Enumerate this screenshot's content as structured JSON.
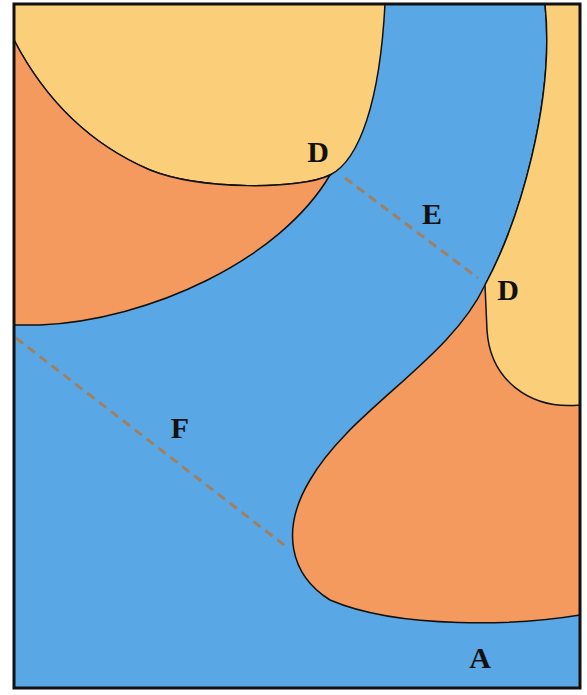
{
  "diagram": {
    "labels": [
      "D",
      "E",
      "D",
      "F",
      "A"
    ]
  }
}
